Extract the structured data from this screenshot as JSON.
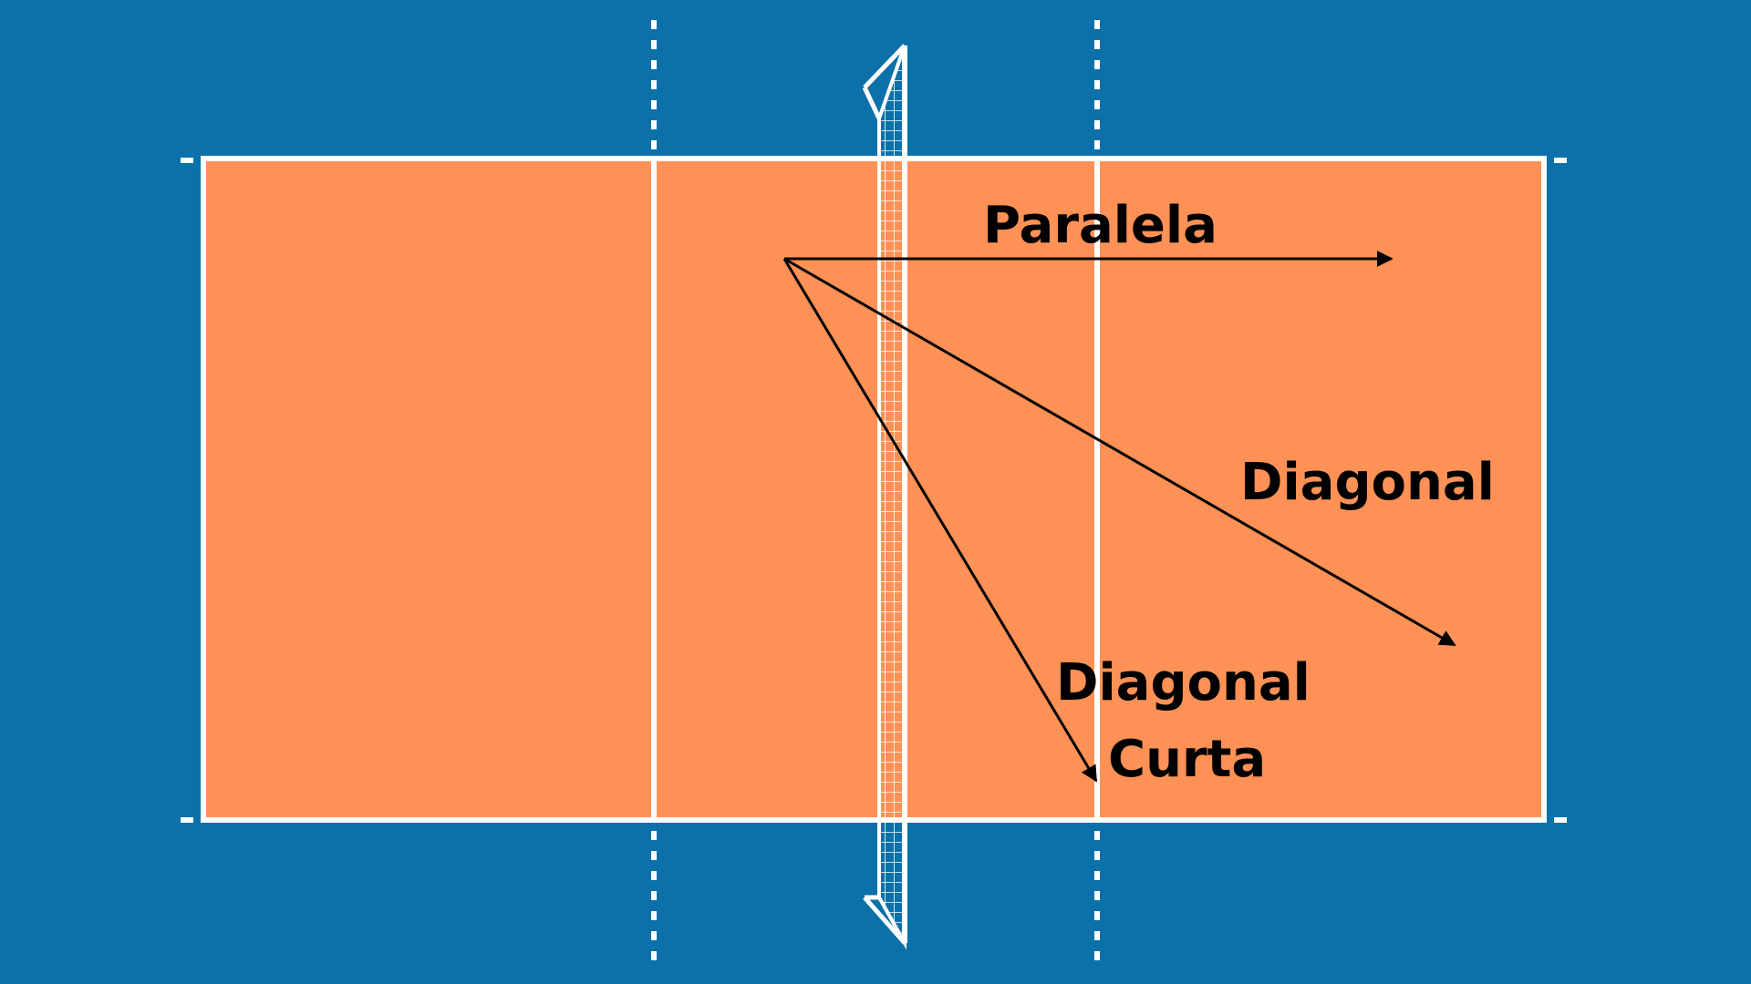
{
  "diagram": {
    "colors": {
      "background": "#0b71a8",
      "court": "#fe9156",
      "lines": "#ffffff",
      "arrows": "#000000"
    },
    "labels": {
      "paralela": "Paralela",
      "diagonal": "Diagonal",
      "diagonal_curta_line1": "Diagonal",
      "diagonal_curta_line2": "Curta"
    }
  }
}
